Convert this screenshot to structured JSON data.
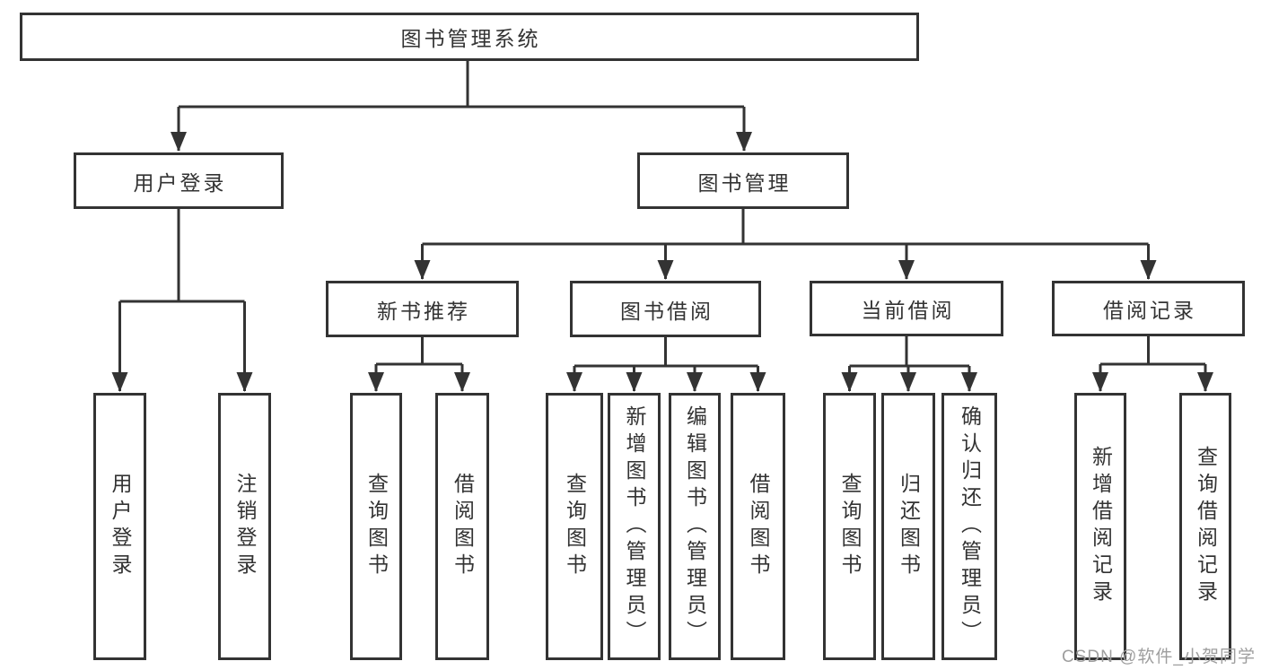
{
  "diagram": {
    "title": "图书管理系统",
    "level2": [
      {
        "label": "用户登录"
      },
      {
        "label": "图书管理"
      }
    ],
    "level3": [
      {
        "label": "新书推荐",
        "parent": "图书管理"
      },
      {
        "label": "图书借阅",
        "parent": "图书管理"
      },
      {
        "label": "当前借阅",
        "parent": "图书管理"
      },
      {
        "label": "借阅记录",
        "parent": "图书管理"
      }
    ],
    "leaves": [
      {
        "label": "用户登录",
        "parent": "用户登录"
      },
      {
        "label": "注销登录",
        "parent": "用户登录"
      },
      {
        "label": "查询图书",
        "parent": "新书推荐"
      },
      {
        "label": "借阅图书",
        "parent": "新书推荐"
      },
      {
        "label": "查询图书",
        "parent": "图书借阅"
      },
      {
        "label": "新增图书（管理员）",
        "parent": "图书借阅"
      },
      {
        "label": "编辑图书（管理员）",
        "parent": "图书借阅"
      },
      {
        "label": "借阅图书",
        "parent": "图书借阅"
      },
      {
        "label": "查询图书",
        "parent": "当前借阅"
      },
      {
        "label": "归还图书",
        "parent": "当前借阅"
      },
      {
        "label": "确认归还（管理员）",
        "parent": "当前借阅"
      },
      {
        "label": "新增借阅记录",
        "parent": "借阅记录"
      },
      {
        "label": "查询借阅记录",
        "parent": "借阅记录"
      }
    ]
  },
  "watermark": "CSDN @软件_小贺同学",
  "colors": {
    "line": "#333333",
    "box_border": "#333333",
    "text": "#333333",
    "watermark": "#9e9e9e",
    "background": "#ffffff"
  }
}
